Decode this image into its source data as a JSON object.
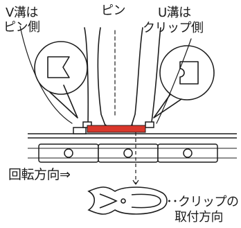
{
  "labels": {
    "v_groove_line1": "V溝は",
    "v_groove_line2": "ピン側",
    "pin": "ピン",
    "u_groove_line1": "U溝は",
    "u_groove_line2": "クリップ側",
    "rotation_direction": "回転方向⇒",
    "clip_direction_line1": "･･クリップの",
    "clip_direction_line2": "取付方向"
  },
  "colors": {
    "ink": "#1c1c1c",
    "clip_plate": "#d9372b",
    "background": "#ffffff"
  },
  "icons": {
    "left_callout": "v-groove-shape-icon",
    "right_callout": "u-groove-shape-icon",
    "press_arrows": "arrow-icon",
    "clip": "clip-icon"
  }
}
